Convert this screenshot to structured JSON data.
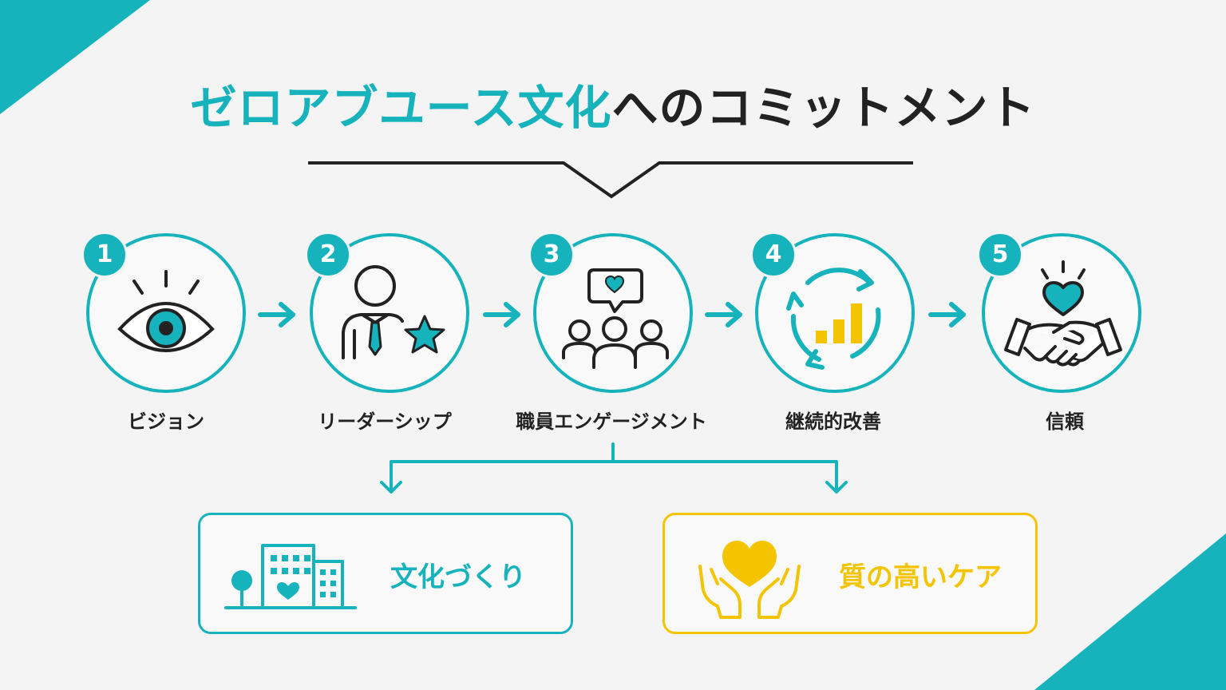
{
  "title": {
    "accent": "ゼロアブユース文化",
    "rest": "へのコミットメント"
  },
  "colors": {
    "teal": "#16b3bd",
    "yellow": "#f5c400",
    "dark": "#222222",
    "background": "#f4f4f4"
  },
  "steps": [
    {
      "number": "1",
      "label": "ビジョン",
      "icon": "eye-icon"
    },
    {
      "number": "2",
      "label": "リーダーシップ",
      "icon": "leader-star-icon"
    },
    {
      "number": "3",
      "label": "職員エンゲージメント",
      "icon": "team-heart-icon"
    },
    {
      "number": "4",
      "label": "継続的改善",
      "icon": "cycle-chart-icon"
    },
    {
      "number": "5",
      "label": "信頼",
      "icon": "handshake-heart-icon"
    }
  ],
  "outcomes": [
    {
      "label": "文化づくり",
      "icon": "buildings-heart-icon",
      "color": "teal"
    },
    {
      "label": "質の高いケア",
      "icon": "hands-heart-icon",
      "color": "yellow"
    }
  ]
}
